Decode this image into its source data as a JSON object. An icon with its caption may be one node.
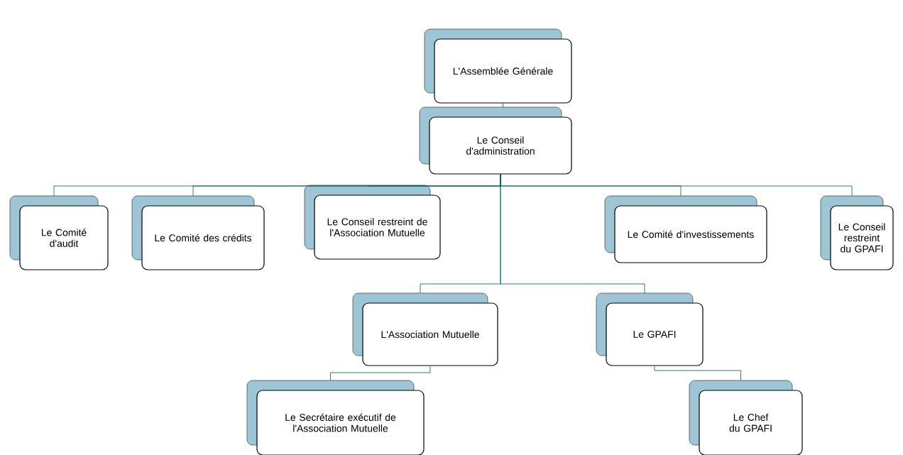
{
  "diagram": {
    "nodes": [
      {
        "text": [
          "L'Assemblée Générale"
        ]
      },
      {
        "text": [
          "Le Conseil d'administration"
        ]
      },
      {
        "text": [
          "Le Comité d'audit"
        ]
      },
      {
        "text": [
          "Le Comité des crédits"
        ]
      },
      {
        "text": [
          "Le Conseil restreint de l'Association Mutuelle"
        ]
      },
      {
        "text": [
          "Le Comité d'investissements"
        ]
      },
      {
        "text": [
          "Le Conseil restreint du GPAFI"
        ]
      },
      {
        "text": [
          "L'Association Mutuelle"
        ]
      },
      {
        "text": [
          "Le GPAFI"
        ]
      },
      {
        "text": [
          "Le Secrétaire exécutif de l'Association Mutuelle"
        ]
      },
      {
        "text": [
          "Le Chef du GPAFI"
        ]
      }
    ],
    "edges": [
      {
        "from": 0,
        "to": 1,
        "arrow": "none"
      },
      {
        "from": 1,
        "to": 2,
        "arrow": "none"
      },
      {
        "from": 1,
        "to": 3,
        "arrow": "none"
      },
      {
        "from": 1,
        "to": 4,
        "arrow": "none"
      },
      {
        "from": 1,
        "to": 5,
        "arrow": "none"
      },
      {
        "from": 1,
        "to": 6,
        "arrow": "none"
      },
      {
        "from": 1,
        "to": 7,
        "arrow": "none"
      },
      {
        "from": 1,
        "to": 8,
        "arrow": "none"
      },
      {
        "from": 7,
        "to": 9,
        "arrow": "none"
      },
      {
        "from": 8,
        "to": 10,
        "arrow": "none"
      }
    ]
  }
}
